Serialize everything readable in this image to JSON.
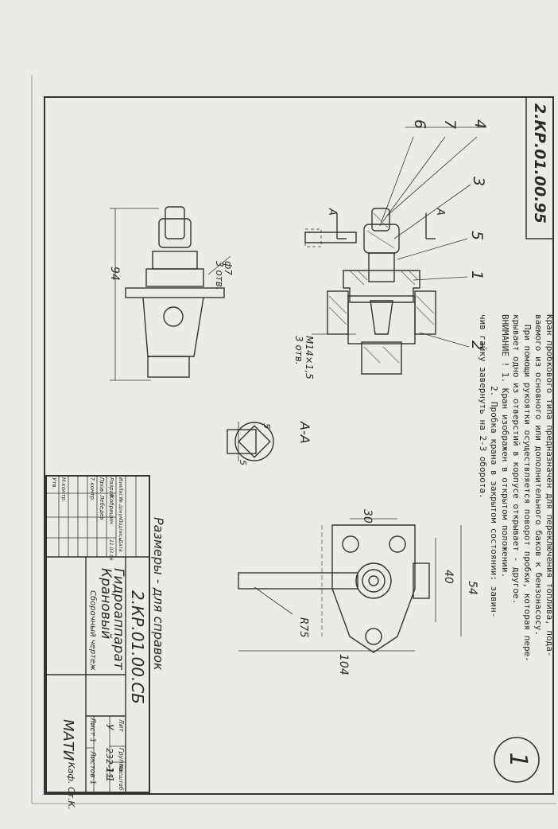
{
  "stamp_code": "2.КР.01.00.95",
  "notes": {
    "line1": "Кран пробкового типа предназначен для переключения топлива, пода-",
    "line2": "ваемого из основного или дополнительного баков к бензонасосу.",
    "line3": "При помощи рукоятки осуществляется поворот пробки, которая пере-",
    "line4": "крывает одно из отверстий в корпусе открывает - другое.",
    "line5": "ВНИМАНИЕ ! 1. Кран изображен в открытом положении.",
    "line6": "2. Пробка  крана в закрытом состоянии: завин-",
    "line7": "чив  гайку  завернуть на 2-3 оборота."
  },
  "callouts": [
    "4",
    "7",
    "6",
    "3",
    "5",
    "1",
    "2"
  ],
  "section_marker": "А",
  "section_title": "А-А",
  "dimensions": {
    "d1": "94",
    "d2": "ф7",
    "d3": "3 отв.",
    "d4": "M14×1,5",
    "d5": "3 отв.",
    "d6": "30",
    "d7": "40",
    "d8": "54",
    "d9": "R75",
    "d10": "104",
    "s1": "5",
    "s2": "5"
  },
  "sizes_note": "Размеры - для справок",
  "title_block": {
    "doc_code": "2.КР.01.00.СБ",
    "name1": "Гидроаппарат",
    "name2": "Крановый",
    "doc_type": "Сборочный чертеж",
    "lit_header": "Лит",
    "group_header": "Группа",
    "scale_header": "Масштаб",
    "lit_value": "У",
    "group_value": "232-11",
    "scale_value": "1:1",
    "sheet_label": "Лист 1",
    "sheets_label": "Листов 1",
    "org": "МАТИ",
    "dept": "Каф. Ст.К.",
    "roles": [
      "Изм",
      "Лист",
      "№ докум.",
      "Подпись",
      "Дата"
    ],
    "r1_role": "Разраб.",
    "r1_name": "Кобрицин",
    "r1_date": "11.03.96",
    "r2_role": "Пров.",
    "r2_name": "Лебедев",
    "r3_role": "Т.контр.",
    "r4_role": "Н.контр.",
    "r5_role": "Утв."
  },
  "sheet_number": "1"
}
